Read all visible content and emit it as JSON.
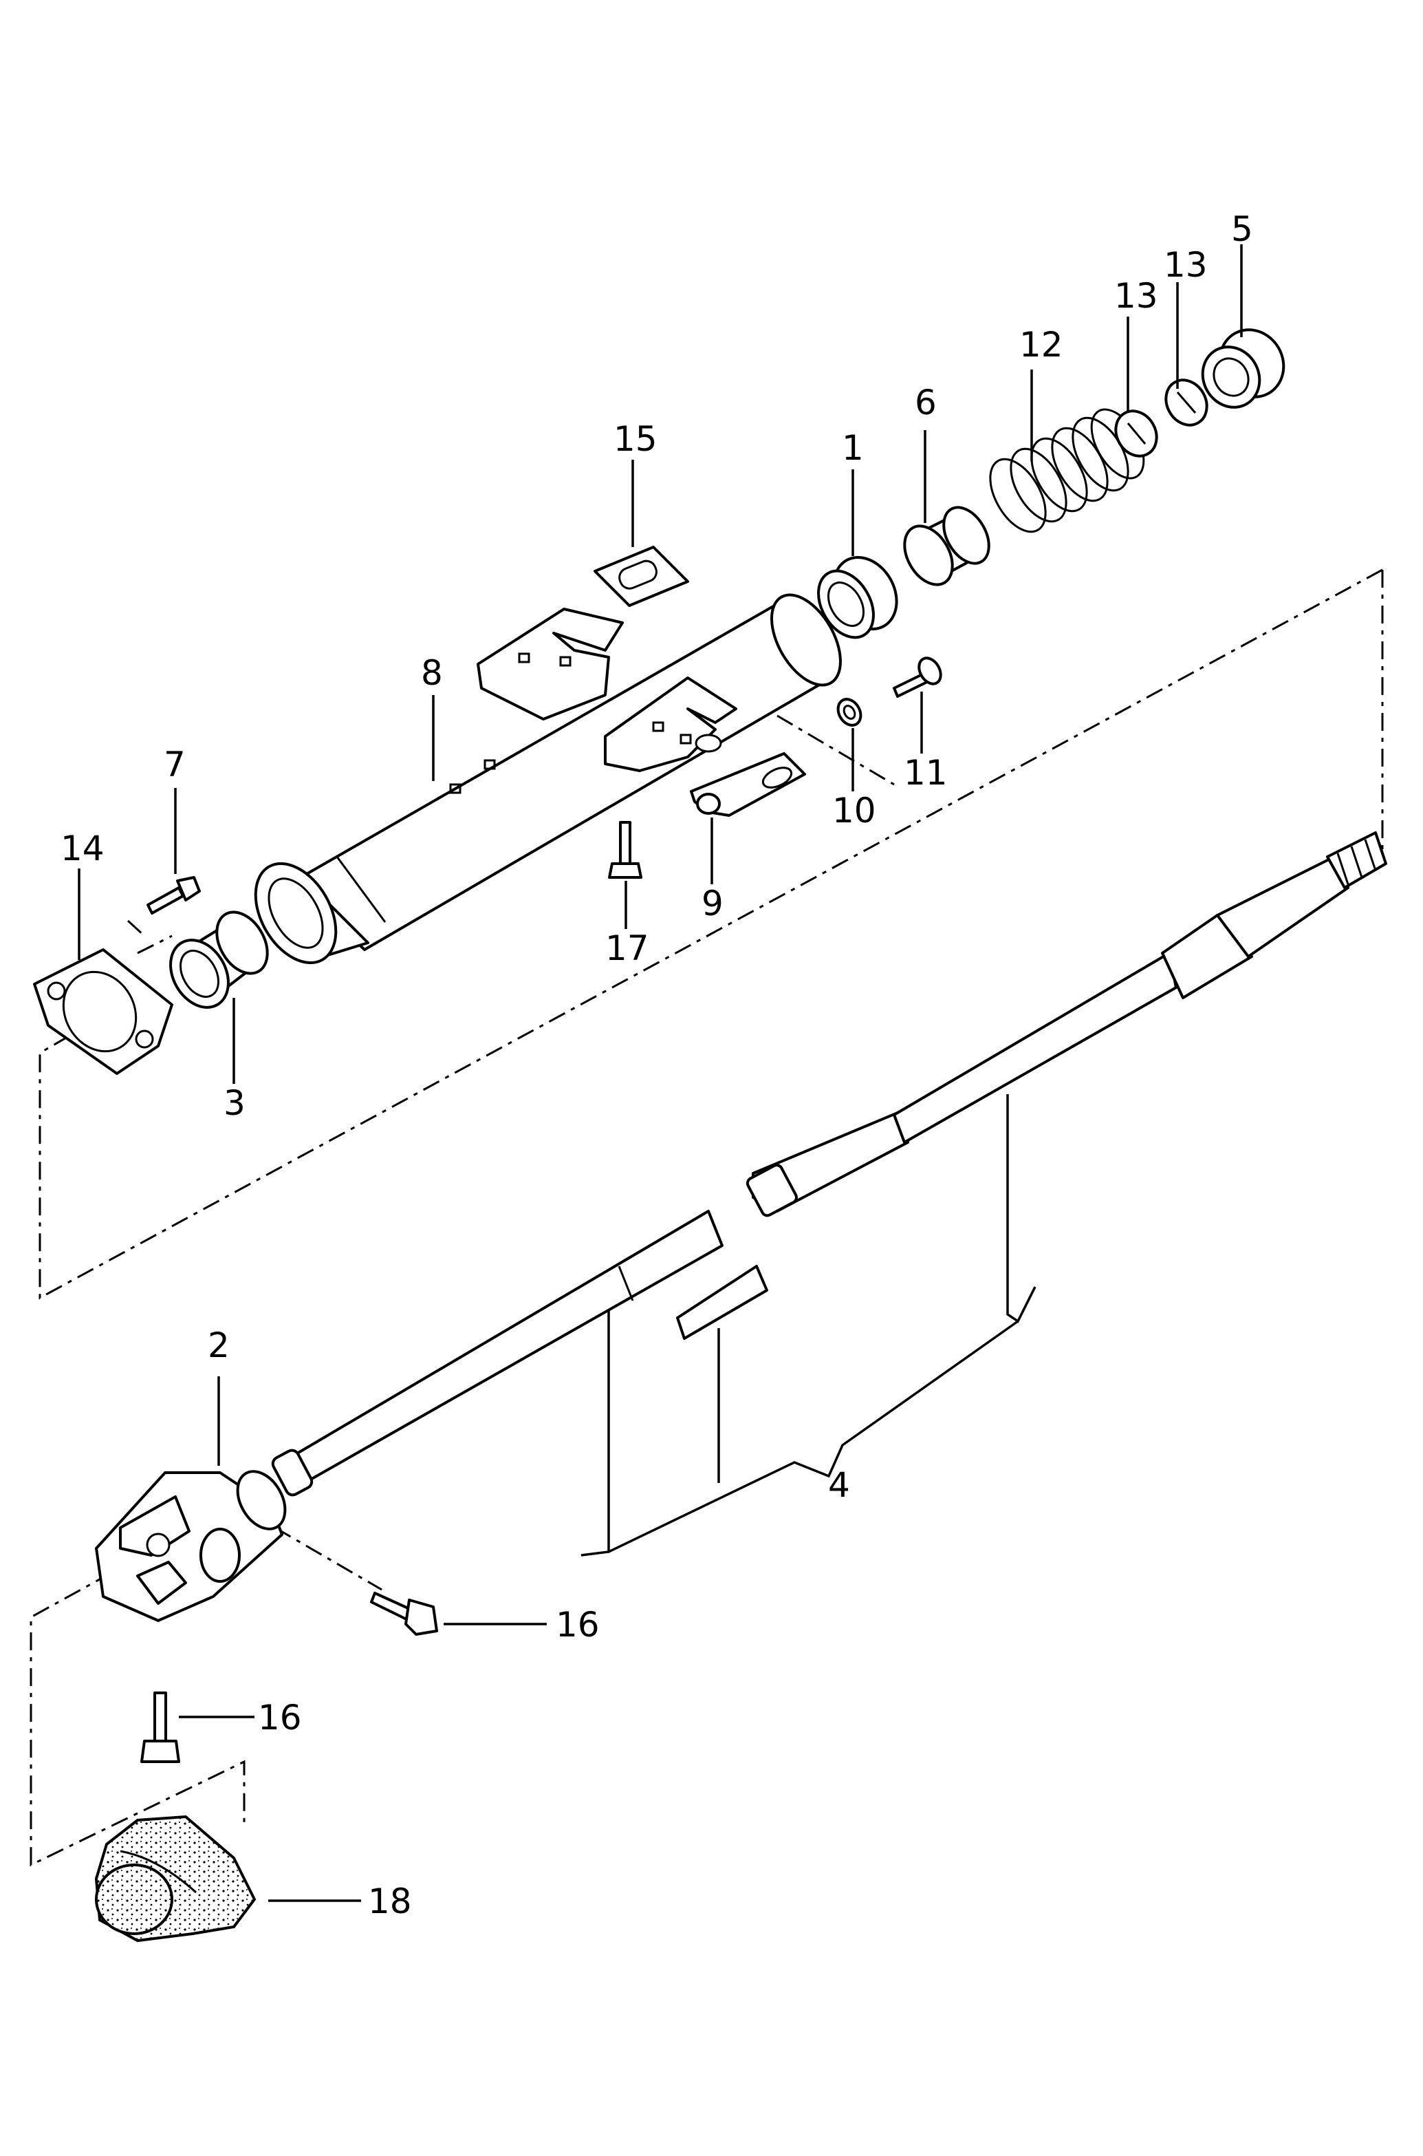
{
  "callouts": {
    "c1": "1",
    "c2": "2",
    "c3": "3",
    "c4": "4",
    "c5": "5",
    "c6": "6",
    "c7": "7",
    "c8": "8",
    "c9": "9",
    "c10": "10",
    "c11": "11",
    "c12": "12",
    "c13a": "13",
    "c13b": "13",
    "c14": "14",
    "c15": "15",
    "c16a": "16",
    "c16b": "16",
    "c17": "17",
    "c18": "18"
  }
}
